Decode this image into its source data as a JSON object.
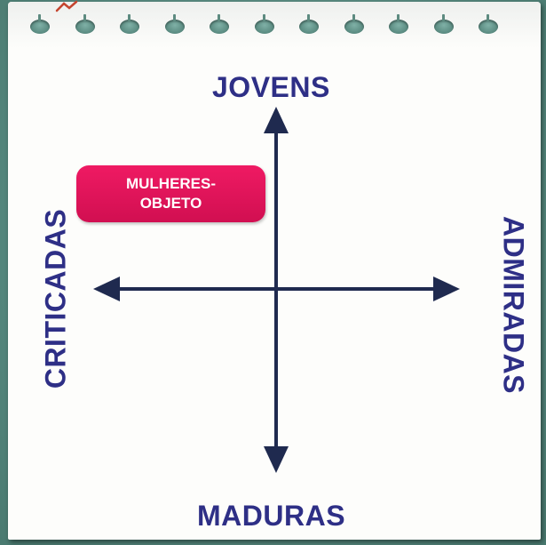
{
  "diagram": {
    "axis_labels": {
      "top": "JOVENS",
      "bottom": "MADURAS",
      "left": "CRITICADAS",
      "right": "ADMIRADAS"
    },
    "tag": {
      "text": "MULHERES-OBJETO"
    }
  },
  "colors": {
    "label_text": "#2e2f86",
    "axis_lines": "#1f2a4f",
    "tag_fill": "#e4165a",
    "tag_text": "#ffffff",
    "paper": "#fdfdfb",
    "background": "#5f8f86"
  },
  "binder_holes": 11
}
